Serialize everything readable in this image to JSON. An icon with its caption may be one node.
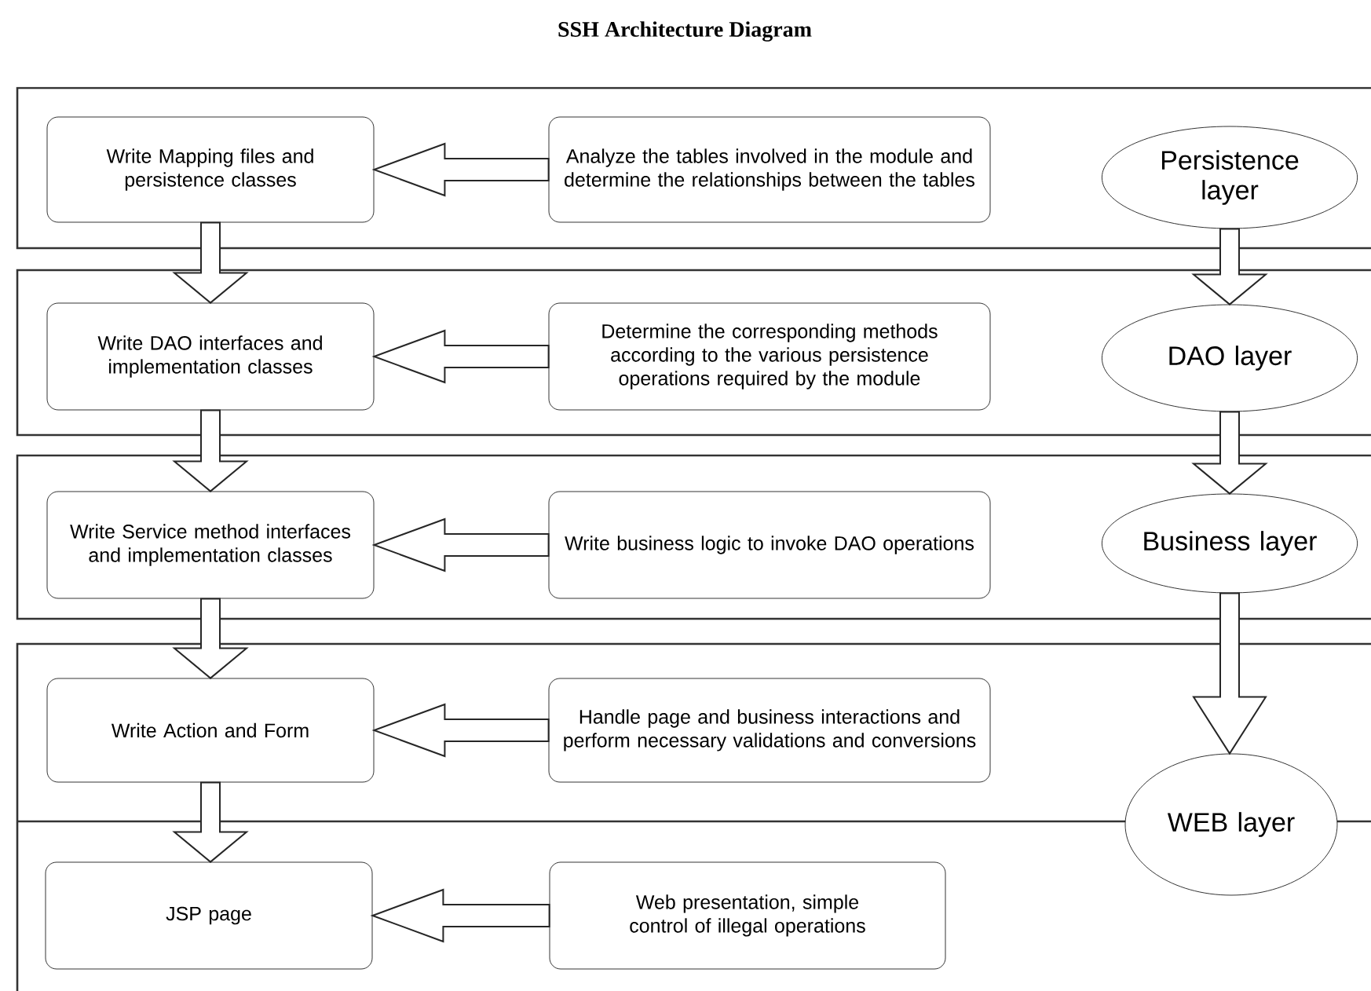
{
  "diagram": {
    "title": "SSH Architecture Diagram",
    "nodes": [
      {
        "text": [
          "Write Mapping files and persistence classes"
        ]
      },
      {
        "text": [
          "Analyze the tables involved in the module and determine the relationships between the tables"
        ]
      },
      {
        "text": [
          "Persistence layer"
        ]
      },
      {
        "text": [
          "Write DAO interfaces and implementation classes"
        ]
      },
      {
        "text": [
          "Determine the corresponding methods according to the various persistence operations required by the module"
        ]
      },
      {
        "text": [
          "DAO layer"
        ]
      },
      {
        "text": [
          "Write Service method interfaces and implementation classes"
        ]
      },
      {
        "text": [
          "Write business logic to invoke DAO operations"
        ]
      },
      {
        "text": [
          "Business layer"
        ]
      },
      {
        "text": [
          "Write Action and Form"
        ]
      },
      {
        "text": [
          "Handle page and business interactions and perform necessary validations and conversions"
        ]
      },
      {
        "text": [
          "WEB layer"
        ]
      },
      {
        "text": [
          "JSP page"
        ]
      },
      {
        "text": [
          "Web presentation, simple control of illegal operations"
        ]
      }
    ],
    "edges": [
      {
        "from": 1,
        "to": 0,
        "arrow": "to"
      },
      {
        "from": 0,
        "to": 3,
        "arrow": "to"
      },
      {
        "from": 2,
        "to": 5,
        "arrow": "to"
      },
      {
        "from": 4,
        "to": 3,
        "arrow": "to"
      },
      {
        "from": 3,
        "to": 6,
        "arrow": "to"
      },
      {
        "from": 5,
        "to": 8,
        "arrow": "to"
      },
      {
        "from": 7,
        "to": 6,
        "arrow": "to"
      },
      {
        "from": 6,
        "to": 9,
        "arrow": "to"
      },
      {
        "from": 8,
        "to": 11,
        "arrow": "to"
      },
      {
        "from": 10,
        "to": 9,
        "arrow": "to"
      },
      {
        "from": 9,
        "to": 12,
        "arrow": "to"
      },
      {
        "from": 13,
        "to": 12,
        "arrow": "to"
      }
    ]
  }
}
